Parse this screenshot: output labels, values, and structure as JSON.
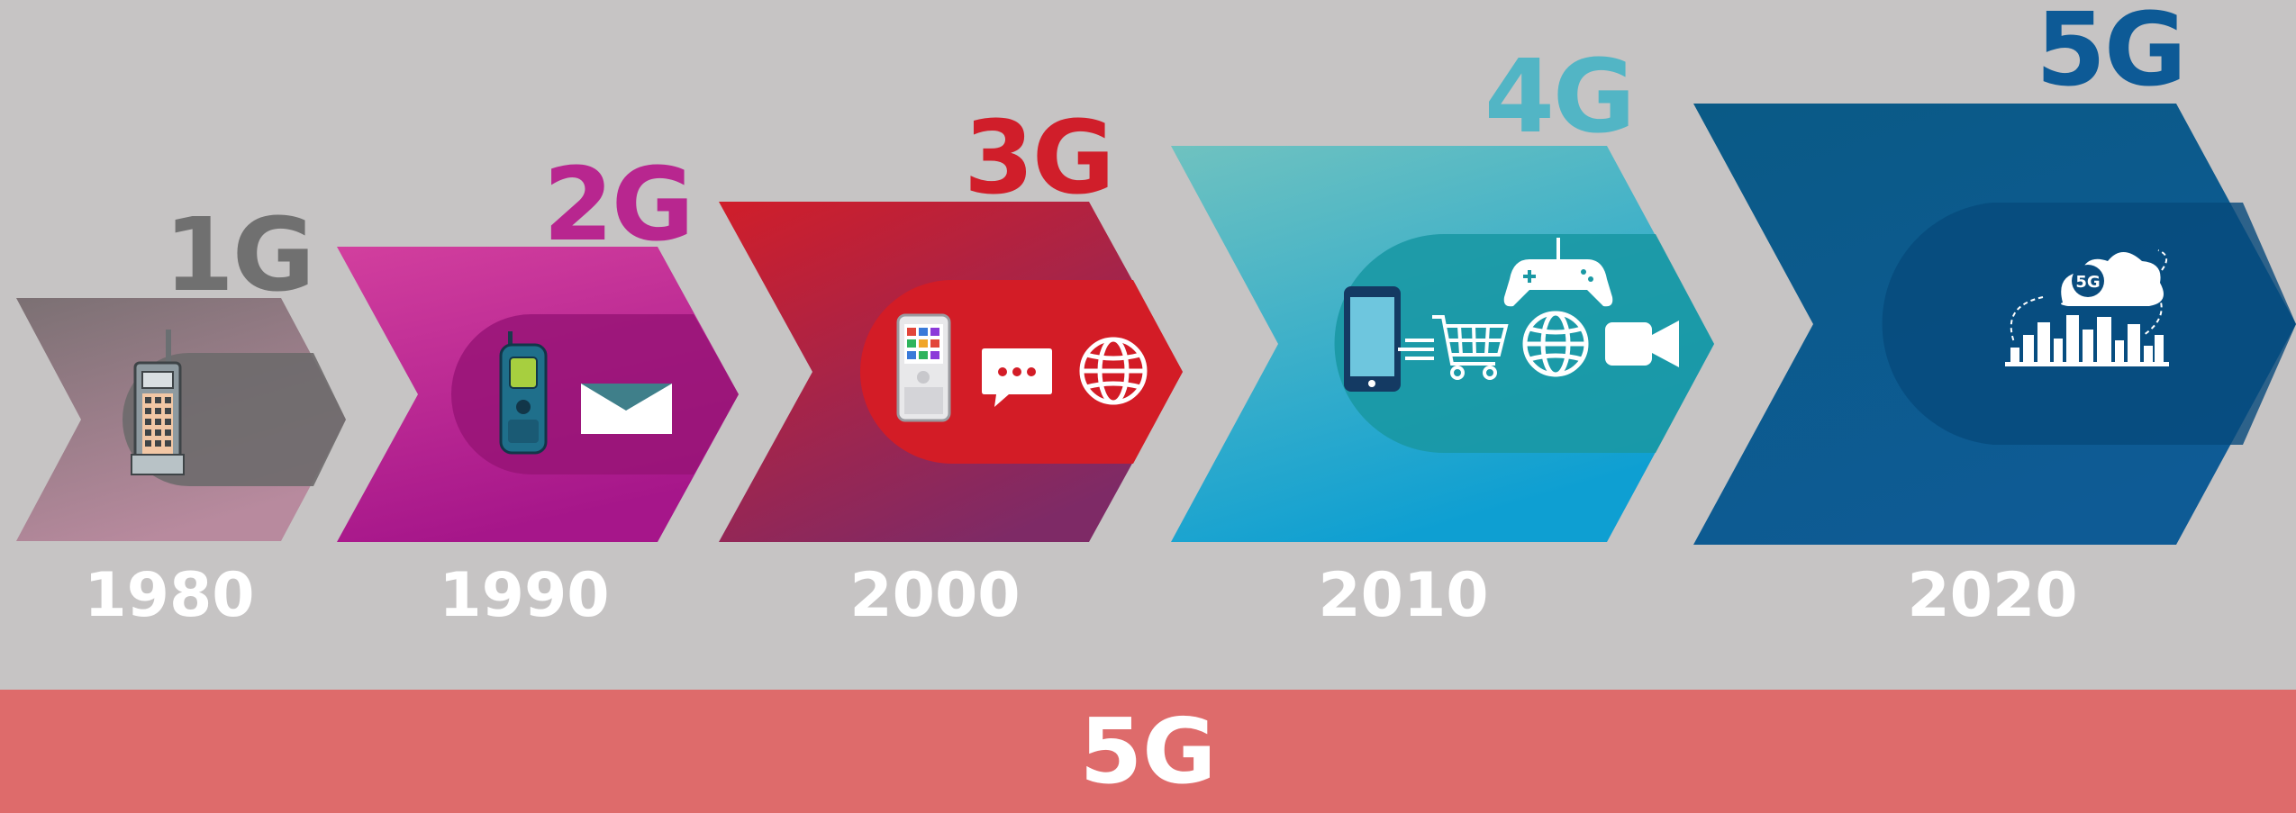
{
  "title": "5G",
  "generations": [
    {
      "gen": "1G",
      "year": "1980",
      "color": "#707070",
      "icons": [
        "brick-phone-icon"
      ]
    },
    {
      "gen": "2G",
      "year": "1990",
      "color": "#b8268f",
      "icons": [
        "flip-phone-icon",
        "envelope-icon"
      ]
    },
    {
      "gen": "3G",
      "year": "2000",
      "color": "#d01e2a",
      "icons": [
        "feature-phone-icon",
        "chat-bubble-icon",
        "globe-icon"
      ]
    },
    {
      "gen": "4G",
      "year": "2010",
      "color": "#52b5c5",
      "icons": [
        "smartphone-icon",
        "shopping-cart-icon",
        "gamepad-icon",
        "globe-icon",
        "video-camera-icon"
      ]
    },
    {
      "gen": "5G",
      "year": "2020",
      "color": "#0d5a96",
      "icons": [
        "cloud-5g-icon",
        "city-skyline-icon"
      ],
      "cloud_text": "5G"
    }
  ],
  "colors": {
    "background": "#c6c4c4",
    "footer": "#de6b6b"
  }
}
